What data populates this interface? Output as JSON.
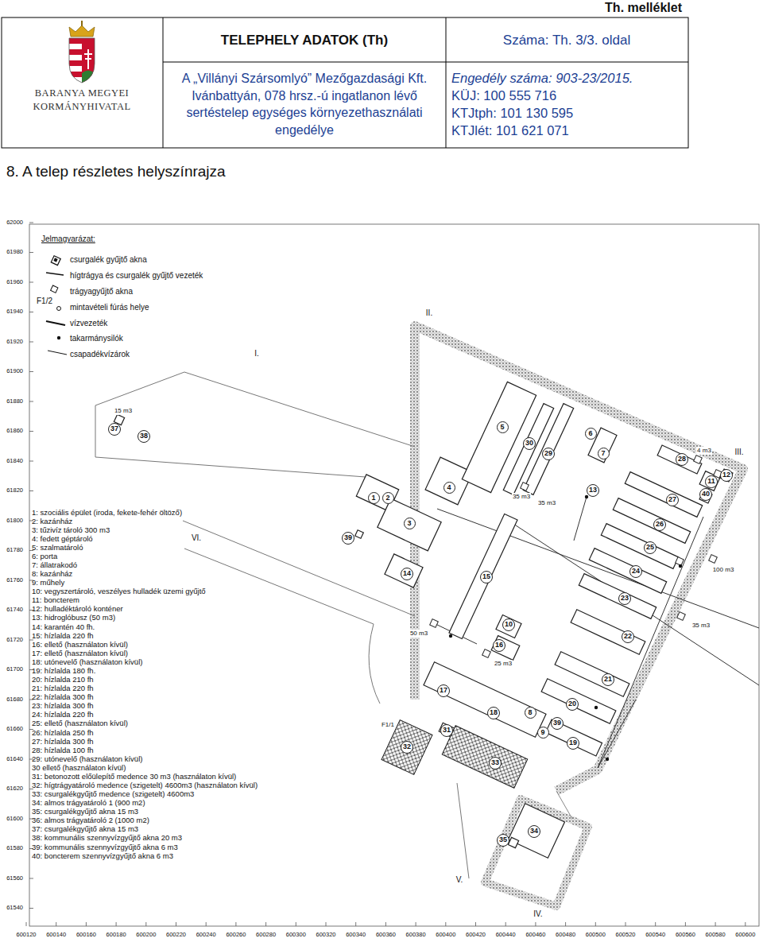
{
  "diagram": {
    "title": "TELEPHELY ADATOK (Th)",
    "nodes": [
      {
        "text": [
          "1"
        ]
      },
      {
        "text": [
          "2"
        ]
      },
      {
        "text": [
          "3"
        ]
      },
      {
        "text": [
          "4"
        ]
      },
      {
        "text": [
          "5"
        ]
      },
      {
        "text": [
          "6"
        ]
      },
      {
        "text": [
          "7"
        ]
      },
      {
        "text": [
          "8"
        ]
      },
      {
        "text": [
          "9"
        ]
      },
      {
        "text": [
          "10"
        ]
      },
      {
        "text": [
          "11"
        ]
      },
      {
        "text": [
          "12"
        ]
      },
      {
        "text": [
          "13"
        ]
      },
      {
        "text": [
          "14"
        ]
      },
      {
        "text": [
          "15"
        ]
      },
      {
        "text": [
          "16"
        ]
      },
      {
        "text": [
          "17"
        ]
      },
      {
        "text": [
          "18"
        ]
      },
      {
        "text": [
          "19"
        ]
      },
      {
        "text": [
          "20"
        ]
      },
      {
        "text": [
          "21"
        ]
      },
      {
        "text": [
          "22"
        ]
      },
      {
        "text": [
          "23"
        ]
      },
      {
        "text": [
          "24"
        ]
      },
      {
        "text": [
          "25"
        ]
      },
      {
        "text": [
          "26"
        ]
      },
      {
        "text": [
          "27"
        ]
      },
      {
        "text": [
          "28"
        ]
      },
      {
        "text": [
          "29"
        ]
      },
      {
        "text": [
          "30"
        ]
      },
      {
        "text": [
          "31"
        ]
      },
      {
        "text": [
          "32"
        ]
      },
      {
        "text": [
          "33"
        ]
      },
      {
        "text": [
          "34"
        ]
      },
      {
        "text": [
          "35"
        ]
      },
      {
        "text": [
          "37"
        ]
      },
      {
        "text": [
          "38"
        ]
      },
      {
        "text": [
          "39"
        ]
      },
      {
        "text": [
          "39"
        ]
      },
      {
        "text": [
          "40"
        ]
      }
    ],
    "labels": [
      "Th. melléklet",
      "BARANYA MEGYEI",
      "KORMÁNYHIVATAL",
      "Száma: Th. 3/3. oldal",
      "A „Villányi Szársomlyó” Mezőgazdasági Kft. Ivánbattyán, 078 hrsz.-ú ingatlanon lévő sertéstelep egységes környezethasználati engedélye",
      "Engedély száma: 903-23/2015.",
      "KÜJ: 100 555 716",
      "KTJtph: 101 130 595",
      "KTJlét: 101 621 071",
      "8. A telep részletes helyszínrajza",
      "Jelmagyarázat:",
      "F1/2",
      "62000",
      "61980",
      "61960",
      "61940",
      "61920",
      "61900",
      "61880",
      "61860",
      "61840",
      "61820",
      "61800",
      "61780",
      "61760",
      "61740",
      "61720",
      "61700",
      "61680",
      "61660",
      "61640",
      "61620",
      "61600",
      "61580",
      "61560",
      "61540",
      "600120",
      "600140",
      "600160",
      "600180",
      "600200",
      "600220",
      "600240",
      "600260",
      "600280",
      "600300",
      "600320",
      "600340",
      "600360",
      "600380",
      "600400",
      "600420",
      "600440",
      "600460",
      "600480",
      "600500",
      "600520",
      "600540",
      "600560",
      "600580",
      "600600",
      "I.",
      "II.",
      "III.",
      "IV.",
      "V.",
      "VI.",
      "15 m3",
      "35 m3",
      "35 m3",
      "4 m3",
      "100 m3",
      "35 m3",
      "50 m3",
      "25 m3",
      "F1/1",
      "1: szociális épület (iroda, fekete-fehér öltöző)",
      "2: kazánház",
      "3: tűzivíz tároló 300 m3",
      "4: fedett géptároló",
      "5: szalmatároló",
      "6: porta",
      "7: állatrakodó",
      "8: kazánház",
      "9: műhely",
      "10: vegyszertároló, veszélyes hulladék üzemi gyűjtő",
      "11: boncterem",
      "12: hulladéktároló konténer",
      "13: hidroglóbusz (50 m3)",
      "14: karantén 40 fh.",
      "15: hízlalda 220 fh",
      "16: ellető (használaton kívül)",
      "17: ellető (használaton kívül)",
      "18: utónevelő (használaton kívül)",
      "19: hízlalda 180 fh.",
      "20: hízlalda 210 fh",
      "21: hízlalda 220 fh",
      "22: hízlalda 300 fh",
      "23: hízlalda 300 fh",
      "24: hízlalda 220 fh",
      "25: ellető (használaton kívül)",
      "26: hízlalda 250 fh",
      "27: hízlalda 300 fh",
      "28: hízlalda 100 fh",
      "29: utónevelő (használaton kívül)",
      "30 ellető (használaton kívül)",
      "31: betonozott előülepítő medence 30 m3 (használaton kívül)",
      "32: hígtrágyatároló medence (szigetelt) 4600m3 (használaton kívül)",
      "33: csurgalékgyűjtő medence (szigetelt) 4600m3",
      "34: almos trágyatároló 1 (900 m2)",
      "35: csurgalékgyűjtő akna 15 m3",
      "36: almos trágyatároló 2 (1000 m2)",
      "37: csurgalékgyűjtő akna 15 m3",
      "38: kommunális szennyvízgyűjtő akna 20 m3",
      "39: kommunális szennyvízgyűjtő akna 6 m3",
      "40: boncterem szennyvízgyűjtő akna 6 m3"
    ],
    "legend": [
      {
        "text": "csurgalék gyűjtő akna"
      },
      {
        "text": "hígtrágya és csurgalék gyűjtő vezeték"
      },
      {
        "text": "trágyagyűjtő akna"
      },
      {
        "text": "mintavételi fúrás helye"
      },
      {
        "text": "vízvezeték"
      },
      {
        "text": "takarmánysilók"
      },
      {
        "text": "csapadékvízárok"
      }
    ]
  }
}
